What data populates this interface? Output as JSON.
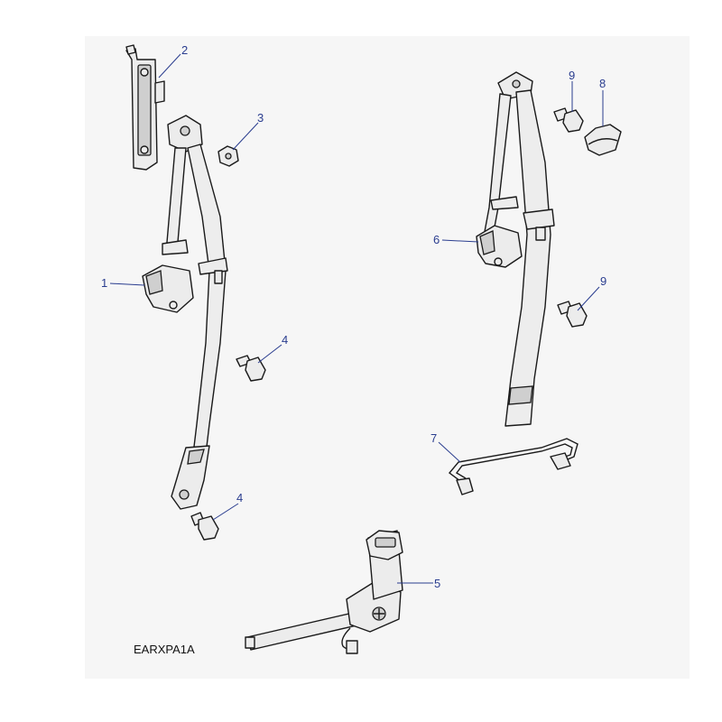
{
  "diagram": {
    "code": "EARXPA1A",
    "callouts": [
      "1",
      "2",
      "3",
      "4",
      "4",
      "5",
      "6",
      "7",
      "8",
      "9",
      "9"
    ],
    "colors": {
      "callout": "#2a3d8f",
      "line": "#1a1a1a",
      "panel": "#f6f6f6"
    }
  }
}
